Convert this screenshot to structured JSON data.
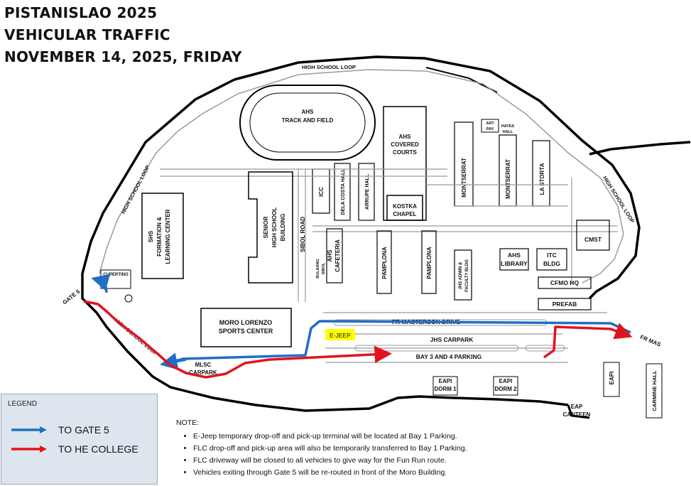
{
  "title": {
    "line1": "PISTANISLAO 2025",
    "line2": "VEHICULAR TRAFFIC",
    "line3": "NOVEMBER 14, 2025, FRIDAY"
  },
  "labels": {
    "high_school_loop_top": "HIGH SCHOOL LOOP",
    "high_school_loop_left": "HIGH SCHOOL LOOP",
    "high_school_loop_right": "HIGH SCHOOL LOOP",
    "high_school_loop_bottom": "HIGH SCHOOL LOOP",
    "track_a": "AHS",
    "track_b": "TRACK AND FIELD",
    "courts_a": "AHS",
    "courts_b": "COVERED",
    "courts_c": "COURTS",
    "art_a": "ART",
    "art_b": "PAV",
    "hayes_a": "HAYES",
    "hayes_b": "HALL",
    "montserrat_1": "MONTSERRAT",
    "montserrat_2": "MONTSERRAT",
    "la_storta": "LA STORTA",
    "icc": "ICC",
    "dela_costa": "DELA COSTA HALL",
    "arrupe": "ARRUPE HALL",
    "kostka_a": "KOSTKA",
    "kostka_b": "CHAPEL",
    "shs_fl_a": "SHS",
    "shs_fl_b": "FORMATION &",
    "shs_fl_c": "LEARNING CENTER",
    "senior_a": "SENIOR",
    "senior_b": "HIGH SCHOOL",
    "senior_c": "BUILDING",
    "sibol_road": "SIBOL ROAD",
    "bulaang_a": "BULAANG",
    "bulaang_b": "SIBOL",
    "cafeteria_a": "AHS",
    "cafeteria_b": "CAFETERIA",
    "pamplona_1": "PAMPLONA",
    "pamplona_2": "PAMPLONA",
    "jhs_admin_a": "JHS ADMIN &",
    "jhs_admin_b": "FACULTY BLDG",
    "library_a": "AHS",
    "library_b": "LIBRARY",
    "itc_a": "ITC",
    "itc_b": "BLDG",
    "cmst": "CMST",
    "cfmo": "CFMO HQ",
    "prefab": "PREFAB",
    "cupertino": "CUPERTINO",
    "gate5": "GATE 5",
    "moro_a": "MORO LORENZO",
    "moro_b": "SPORTS CENTER",
    "masterson": "FR MASTERSON DRIVE",
    "fr_mas": "FR MAS",
    "ejeep": "E-JEEP",
    "jhs_carpark": "JHS CARPARK",
    "bay34": "BAY 3 AND 4 PARKING",
    "mlsc_a": "MLSC",
    "mlsc_b": "CARPARK",
    "eapi_dorm1_a": "EAPI",
    "eapi_dorm1_b": "DORM 1",
    "eapi_dorm2_a": "EAPI",
    "eapi_dorm2_b": "DORM 2",
    "eapi": "EAPI",
    "eap_canteen_a": "EAP",
    "eap_canteen_b": "CANTEEN",
    "carmine": "CARMINE HALL"
  },
  "legend": {
    "heading": "LEGEND",
    "items": [
      {
        "label": "TO GATE 5",
        "color": "#1f6fc5"
      },
      {
        "label": "TO HE COLLEGE",
        "color": "#e0141e"
      }
    ]
  },
  "notes": {
    "heading": "NOTE:",
    "items": [
      "E-Jeep temporary drop-off and pick-up terminal will be located at Bay 1 Parking.",
      "FLC drop-off and pick-up area will also be temporarily transferred to Bay 1 Parking.",
      "FLC driveway will be closed to all vehicles to give way for the Fun Run route.",
      "Vehicles exiting through Gate 5 will be re-routed in front of the Moro Building."
    ]
  },
  "colors": {
    "route_to_gate5": "#1f6fc5",
    "route_to_he_college": "#e0141e",
    "ejeep_highlight": "#ffff00",
    "legend_bg": "#dde6ee"
  }
}
